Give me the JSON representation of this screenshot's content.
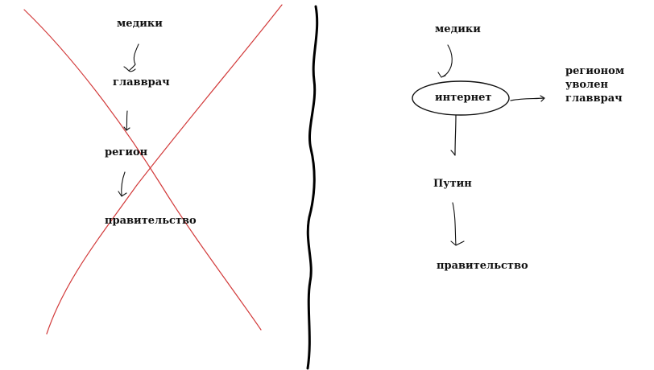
{
  "left": {
    "nodes": [
      "медики",
      "главврач",
      "регион",
      "правительство"
    ],
    "cross_color": "#d23a3a",
    "crossed_out": true
  },
  "right": {
    "nodes": {
      "medics": "медики",
      "internet": "интернет",
      "putin": "Путин",
      "government": "правительство"
    },
    "side_note": [
      "регионом",
      "уволен",
      "главврач"
    ]
  },
  "divider_color": "#000000"
}
